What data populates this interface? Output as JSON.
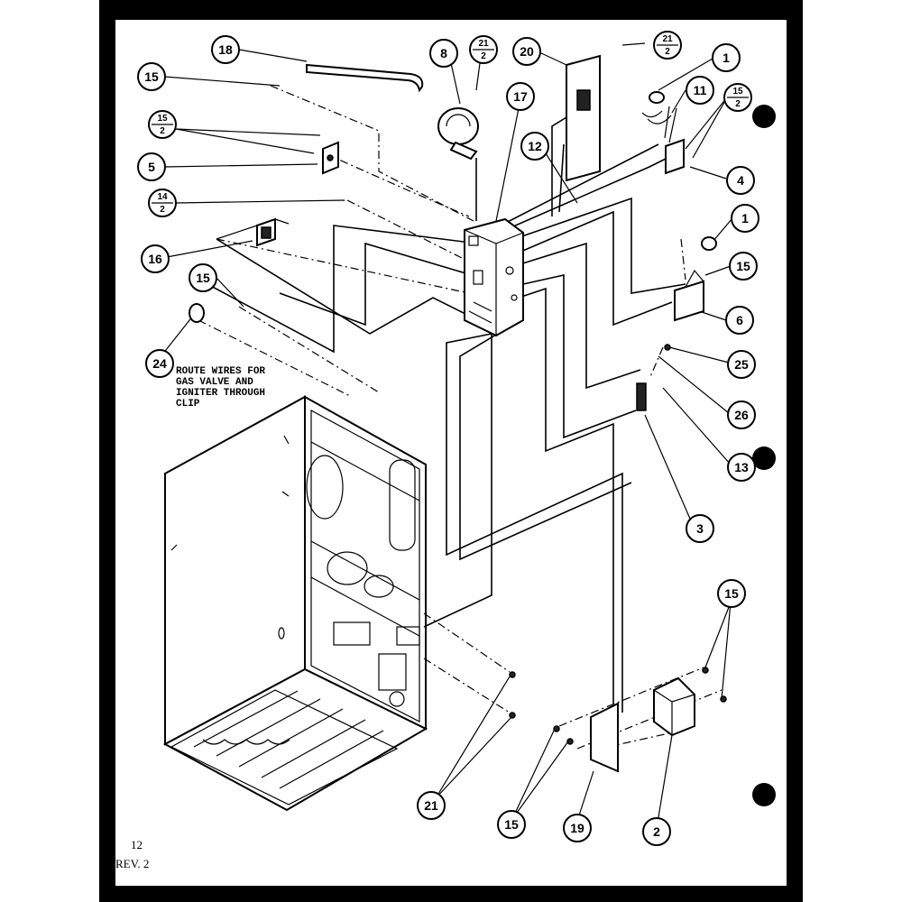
{
  "diagram": {
    "note": {
      "lines": [
        "ROUTE WIRES FOR",
        "GAS VALVE AND",
        "IGNITER THROUGH",
        "CLIP"
      ]
    },
    "page_number": "12",
    "revision": "REV. 2",
    "callouts": [
      {
        "id": "c18",
        "label": "18"
      },
      {
        "id": "c8",
        "label": "8"
      },
      {
        "id": "c21a",
        "num": "21",
        "den": "2"
      },
      {
        "id": "c20",
        "label": "20"
      },
      {
        "id": "c21b",
        "num": "21",
        "den": "2"
      },
      {
        "id": "c1a",
        "label": "1"
      },
      {
        "id": "c15a",
        "label": "15"
      },
      {
        "id": "c17",
        "label": "17"
      },
      {
        "id": "c11",
        "label": "11"
      },
      {
        "id": "c15b",
        "num": "15",
        "den": "2"
      },
      {
        "id": "c15c",
        "num": "15",
        "den": "2"
      },
      {
        "id": "c12",
        "label": "12"
      },
      {
        "id": "c5",
        "label": "5"
      },
      {
        "id": "c4",
        "label": "4"
      },
      {
        "id": "c14",
        "num": "14",
        "den": "2"
      },
      {
        "id": "c1b",
        "label": "1"
      },
      {
        "id": "c16",
        "label": "16"
      },
      {
        "id": "c15d",
        "label": "15"
      },
      {
        "id": "c15e",
        "label": "15"
      },
      {
        "id": "c6",
        "label": "6"
      },
      {
        "id": "c24",
        "label": "24"
      },
      {
        "id": "c25",
        "label": "25"
      },
      {
        "id": "c26",
        "label": "26"
      },
      {
        "id": "c13",
        "label": "13"
      },
      {
        "id": "c3",
        "label": "3"
      },
      {
        "id": "c15f",
        "label": "15"
      },
      {
        "id": "c21c",
        "label": "21"
      },
      {
        "id": "c15g",
        "label": "15"
      },
      {
        "id": "c19",
        "label": "19"
      },
      {
        "id": "c2",
        "label": "2"
      }
    ]
  }
}
